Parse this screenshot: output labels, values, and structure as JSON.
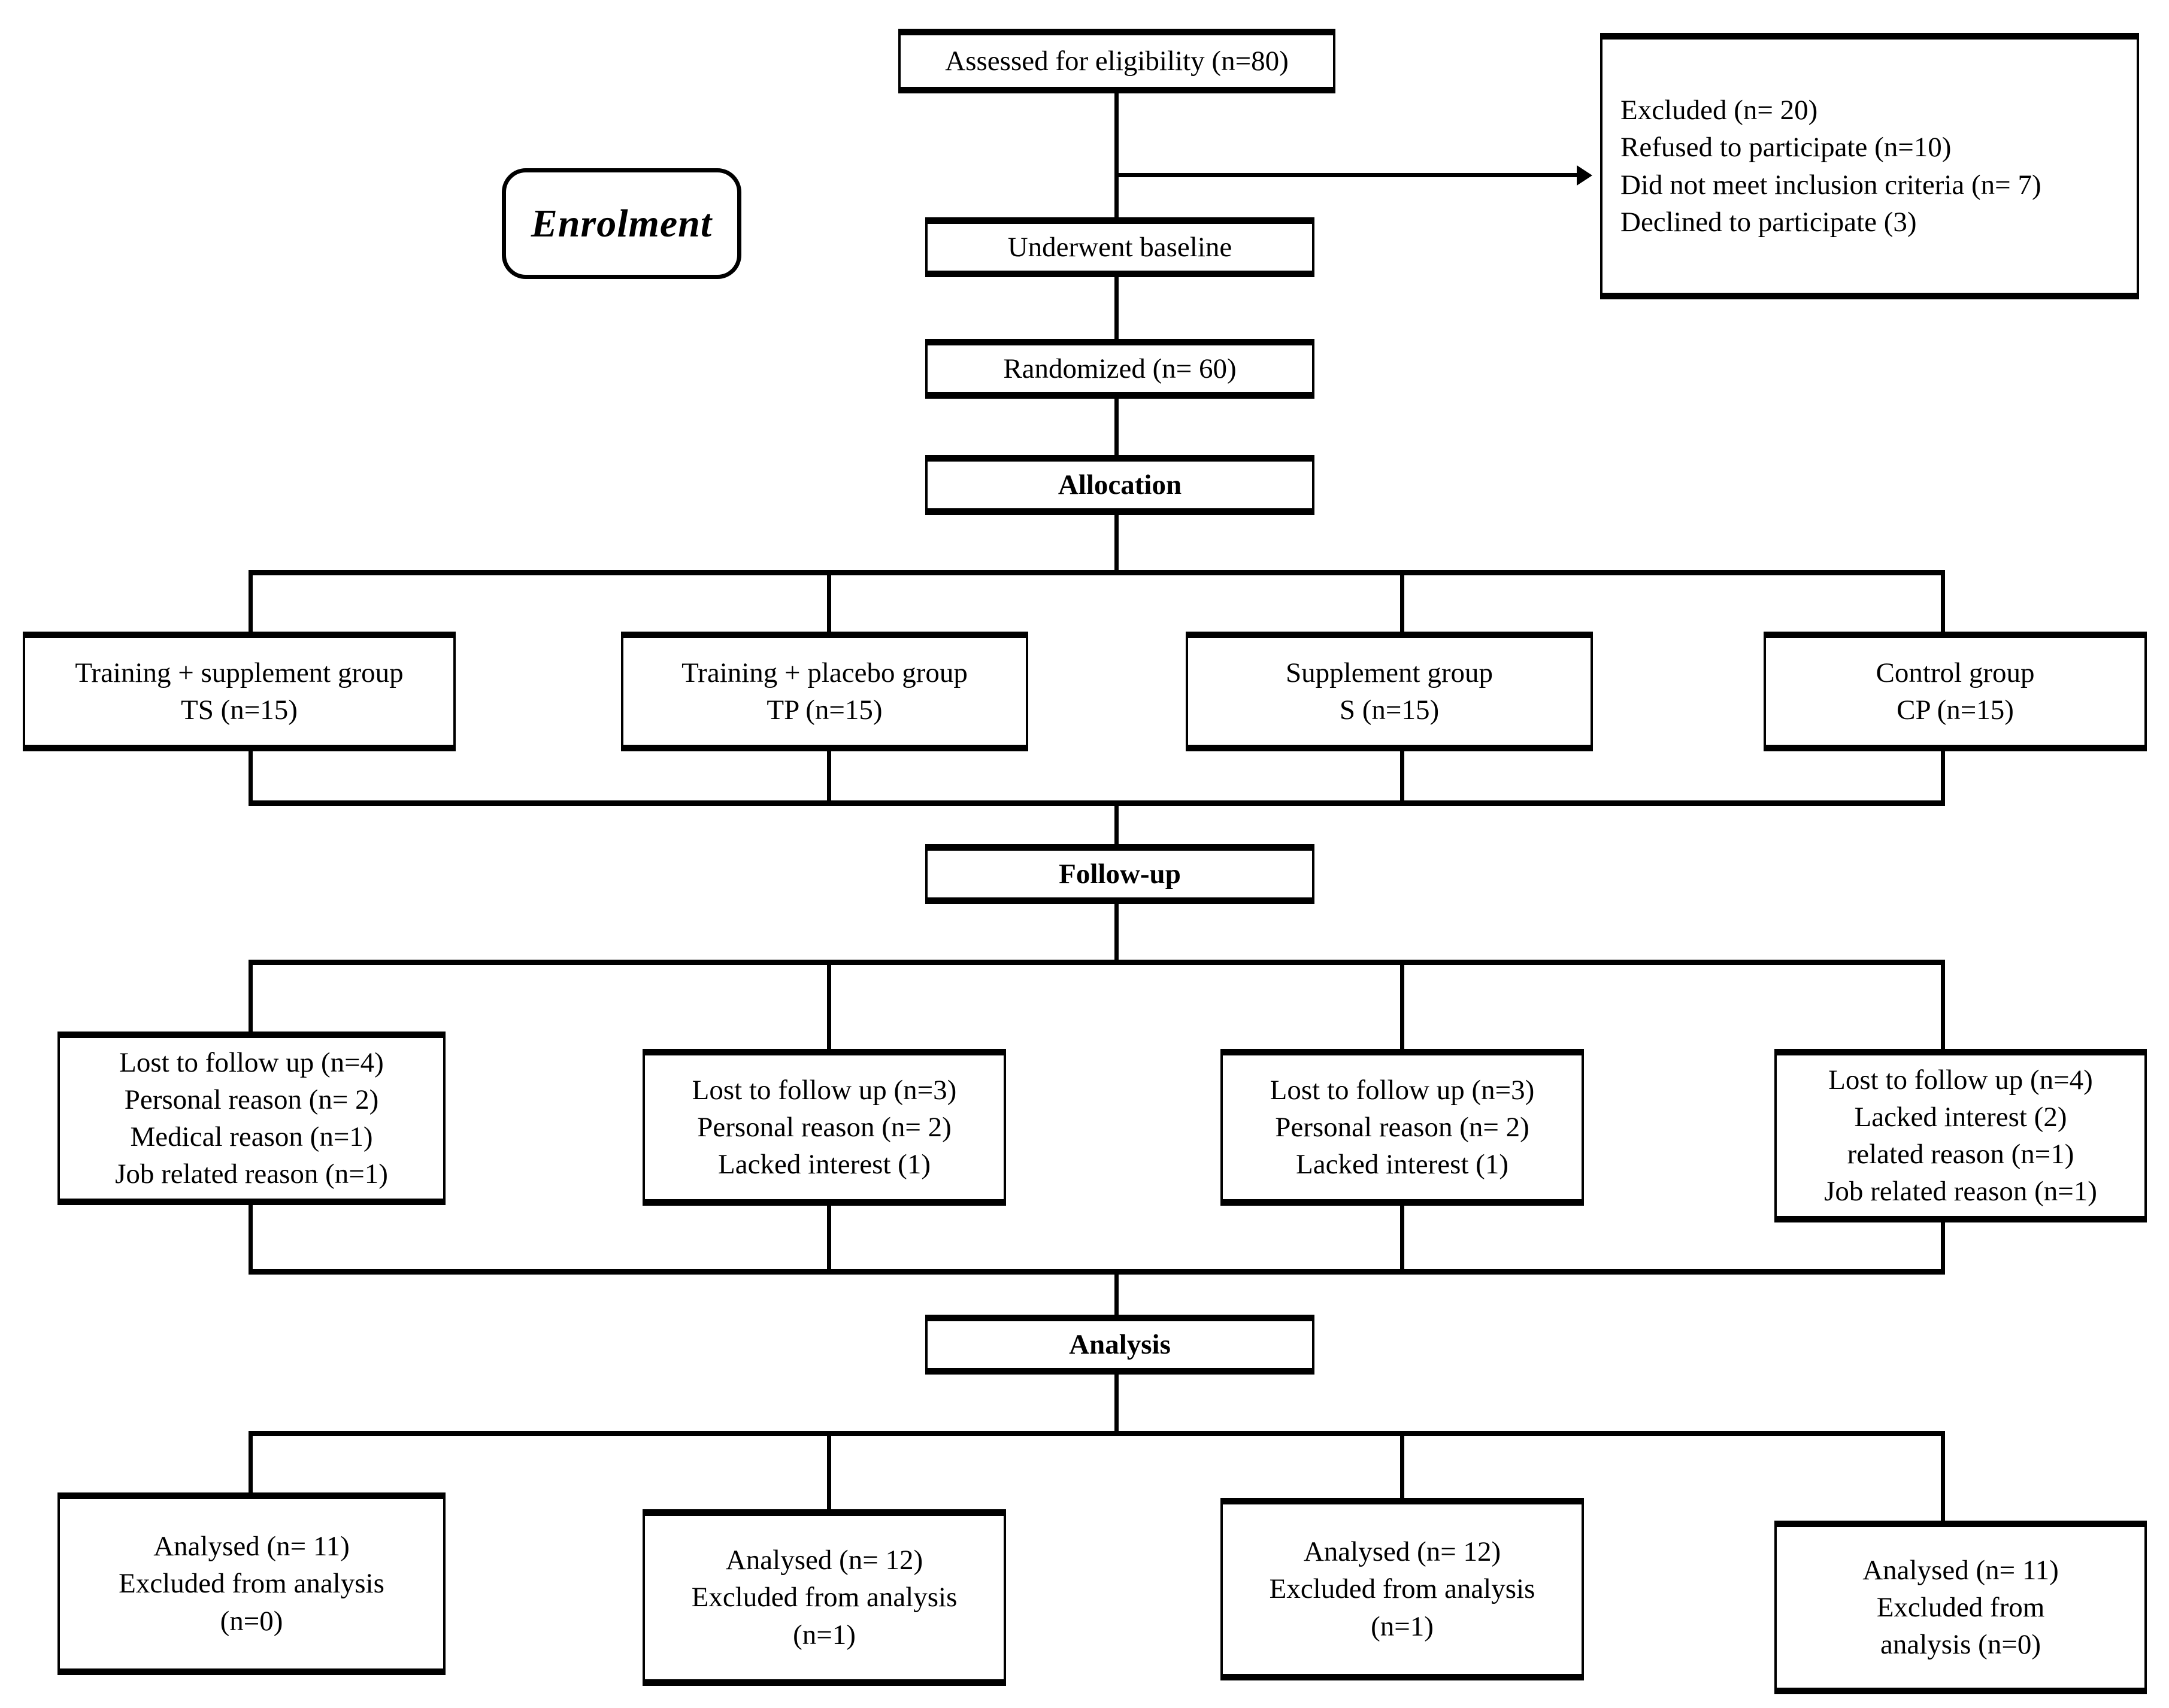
{
  "diagram": {
    "title": "CONSORT participant flow diagram",
    "stage_labels": {
      "enrolment": "Enrolment",
      "allocation": "Allocation",
      "followup": "Follow-up",
      "analysis": "Analysis"
    },
    "enrolment": {
      "assessed": "Assessed for eligibility  (n=80)",
      "baseline": "Underwent baseline",
      "randomized": "Randomized (n= 60)",
      "excluded": [
        "Excluded (n= 20)",
        "Refused to participate (n=10)",
        "Did not meet inclusion criteria (n= 7)",
        "Declined to participate (3)"
      ]
    },
    "allocation_groups": [
      {
        "name": "Training + supplement group",
        "code": "TS (n=15)"
      },
      {
        "name": "Training + placebo group",
        "code": "TP (n=15)"
      },
      {
        "name": "Supplement group",
        "code": "S (n=15)"
      },
      {
        "name": "Control group",
        "code": "CP (n=15)"
      }
    ],
    "followup_groups": [
      {
        "lines": [
          "Lost to follow up (n=4)",
          "Personal reason (n= 2)",
          "Medical reason (n=1)",
          "Job related reason (n=1)"
        ]
      },
      {
        "lines": [
          "Lost to follow up (n=3)",
          "Personal reason (n= 2)",
          "Lacked interest (1)"
        ]
      },
      {
        "lines": [
          "Lost to follow up (n=3)",
          "Personal reason (n= 2)",
          "Lacked interest (1)"
        ]
      },
      {
        "lines": [
          "Lost to follow up (n=4)",
          "Lacked interest (2)",
          "related reason (n=1)",
          "Job related reason (n=1)"
        ]
      }
    ],
    "analysis_groups": [
      {
        "lines": [
          "Analysed (n= 11)",
          "Excluded from analysis",
          "(n=0)"
        ]
      },
      {
        "lines": [
          "Analysed (n= 12)",
          "Excluded from analysis",
          "(n=1)"
        ]
      },
      {
        "lines": [
          "Analysed (n= 12)",
          "Excluded from analysis",
          "(n=1)"
        ]
      },
      {
        "lines": [
          "Analysed (n= 11)",
          "Excluded from",
          "analysis (n=0)"
        ]
      }
    ],
    "colors": {
      "stroke": "#000000",
      "background": "#ffffff"
    }
  }
}
